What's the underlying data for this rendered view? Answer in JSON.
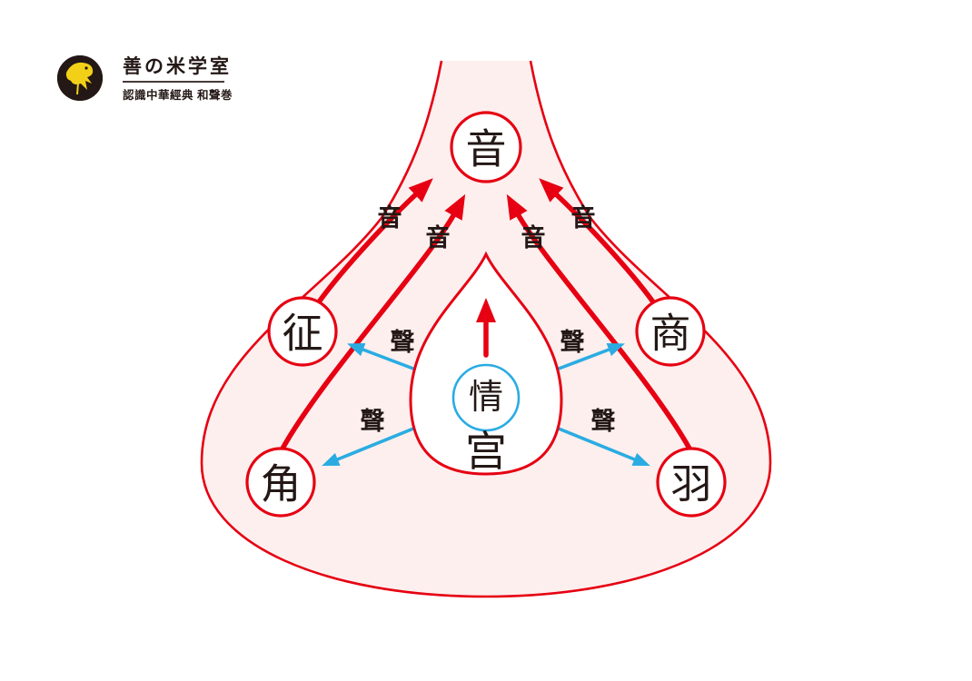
{
  "colors": {
    "red": "#e60012",
    "blue": "#2aace2",
    "pink": "#fdefee",
    "ink": "#231815",
    "logo_bg": "#231815",
    "bird_yellow": "#f2d018",
    "white": "#ffffff"
  },
  "logo": {
    "title": "善の米学室",
    "subtitle": "認識中華經典 和聲巻"
  },
  "diagram": {
    "nodes": {
      "yin": "音",
      "zhi": "征",
      "shang": "商",
      "jue": "角",
      "yu": "羽",
      "qing": "情",
      "gong": "宫"
    },
    "labels": {
      "sheng": "聲",
      "yin": "音"
    },
    "edges": [
      {
        "from": "情/宫",
        "to": "征",
        "label": "聲",
        "color": "blue"
      },
      {
        "from": "情/宫",
        "to": "商",
        "label": "聲",
        "color": "blue"
      },
      {
        "from": "情/宫",
        "to": "角",
        "label": "聲",
        "color": "blue"
      },
      {
        "from": "情/宫",
        "to": "羽",
        "label": "聲",
        "color": "blue"
      },
      {
        "from": "征",
        "to": "音",
        "label": "音",
        "color": "red"
      },
      {
        "from": "角",
        "to": "音",
        "label": "音",
        "color": "red"
      },
      {
        "from": "羽",
        "to": "音",
        "label": "音",
        "color": "red"
      },
      {
        "from": "商",
        "to": "音",
        "label": "音",
        "color": "red"
      },
      {
        "from": "情/宫",
        "to": "音",
        "label": "",
        "color": "red"
      }
    ]
  }
}
